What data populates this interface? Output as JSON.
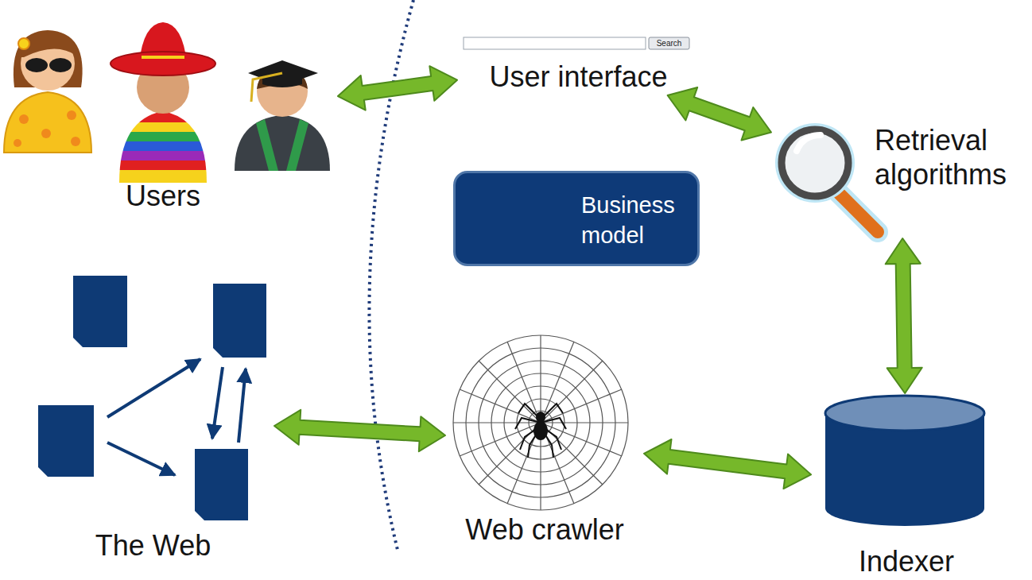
{
  "diagram": {
    "nodes": [
      {
        "text": [
          "Users"
        ]
      },
      {
        "text": [
          "User interface"
        ]
      },
      {
        "text": [
          "Retrieval algorithms"
        ]
      },
      {
        "text": [
          "Business model"
        ]
      },
      {
        "text": [
          "The Web"
        ]
      },
      {
        "text": [
          "Web crawler"
        ]
      },
      {
        "text": [
          "Indexer"
        ]
      }
    ],
    "edges": [
      {
        "from": 0,
        "to": 1,
        "arrow": "both"
      },
      {
        "from": 1,
        "to": 2,
        "arrow": "both"
      },
      {
        "from": 2,
        "to": 6,
        "arrow": "both"
      },
      {
        "from": 5,
        "to": 6,
        "arrow": "both"
      },
      {
        "from": 4,
        "to": 5,
        "arrow": "both"
      }
    ],
    "labels": [
      "Search"
    ]
  }
}
